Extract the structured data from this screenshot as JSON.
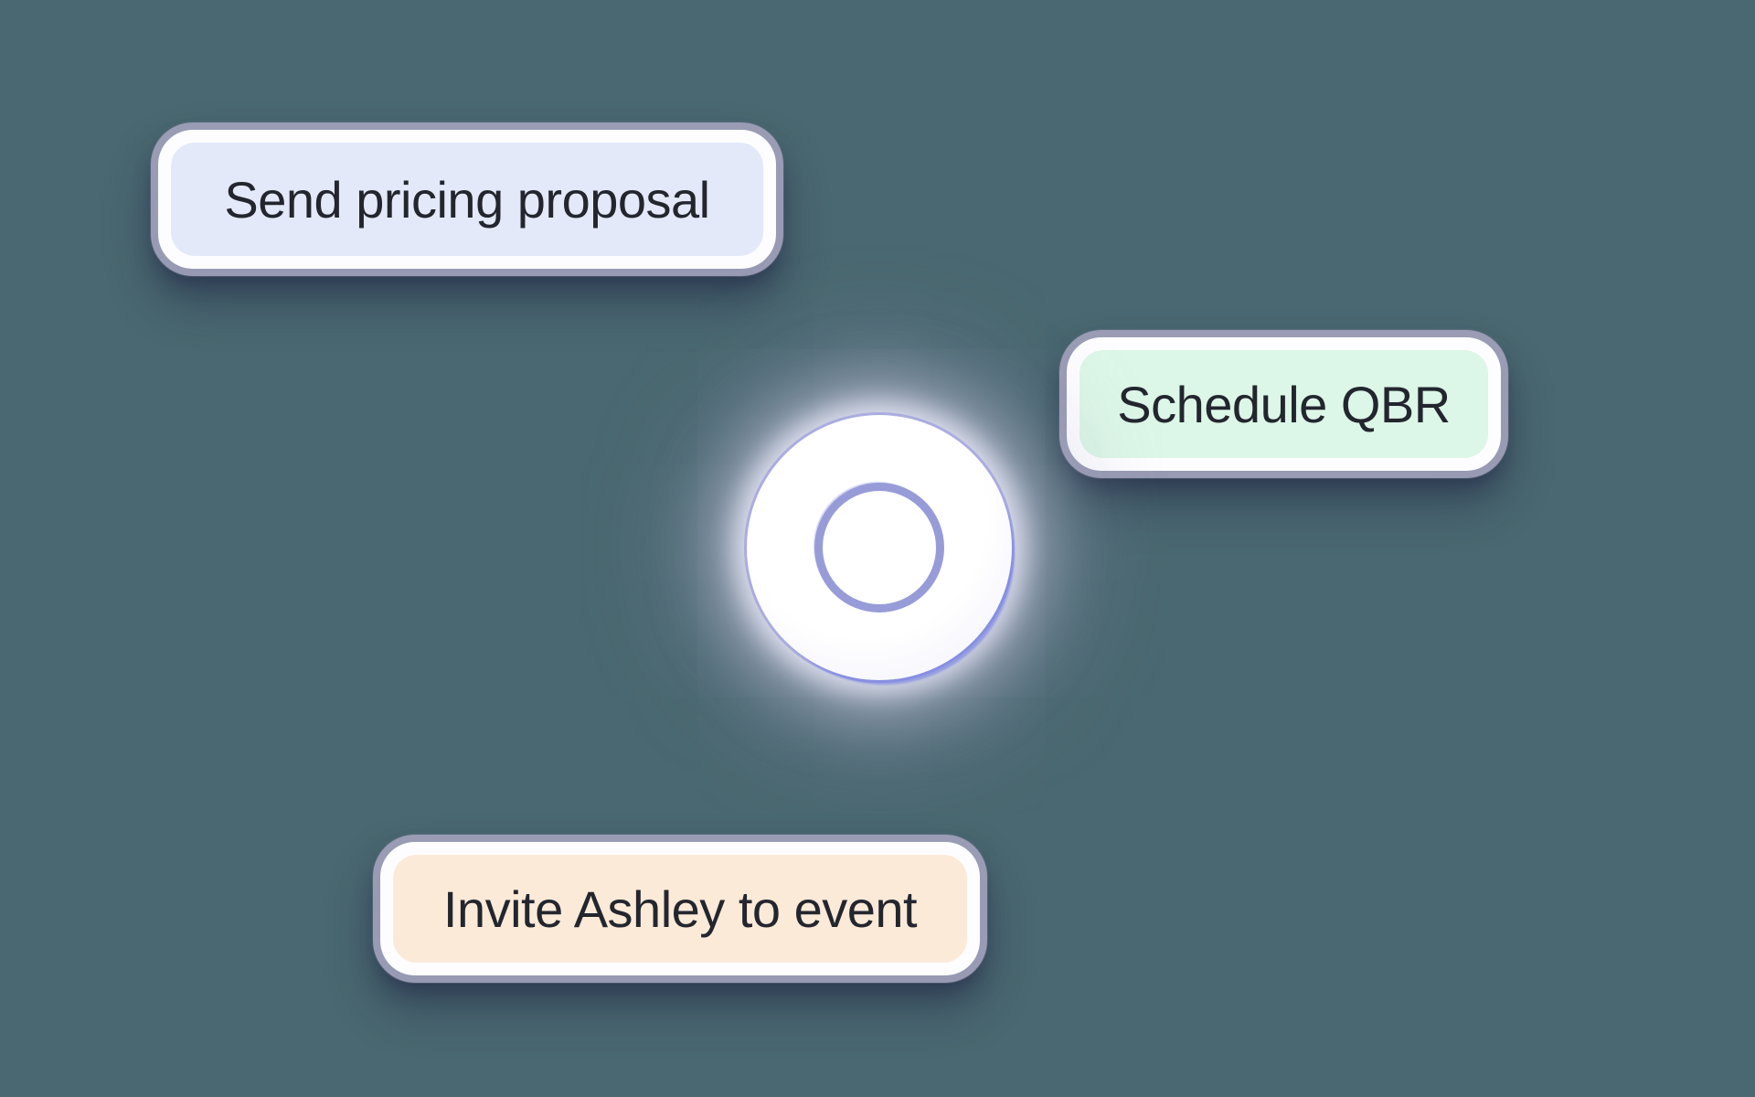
{
  "background_color": "#4a6871",
  "chips": [
    {
      "id": "send-pricing-proposal",
      "label": "Send pricing proposal",
      "fill": "#e4e9f9"
    },
    {
      "id": "schedule-qbr",
      "label": "Schedule QBR",
      "fill": "#dcf6e7"
    },
    {
      "id": "invite-ashley-to-event",
      "label": "Invite Ashley to event",
      "fill": "#fcead9"
    }
  ],
  "orb": {
    "ring_color": "#979cd8",
    "rim_color": "#707ce4",
    "glow_color": "#c4c5dd"
  }
}
